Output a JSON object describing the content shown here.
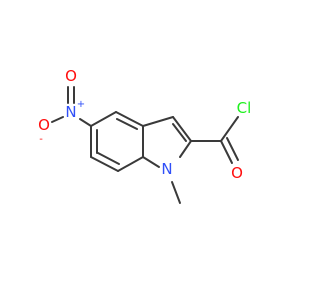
{
  "molecule": {
    "colors": {
      "bond": "#3a3a3a",
      "oxygen": "#ff0d0d",
      "nitrogen": "#3050f8",
      "chlorine": "#1ff01f",
      "background": "#ffffff"
    },
    "atoms": {
      "nitro_n": {
        "symbol": "N",
        "charge": "+"
      },
      "nitro_o_top": {
        "symbol": "O"
      },
      "nitro_o_left": {
        "symbol": "O",
        "charge": "-"
      },
      "ring_n": {
        "symbol": "N"
      },
      "cl": {
        "symbol": "Cl"
      },
      "carbonyl_o": {
        "symbol": "O"
      }
    }
  }
}
